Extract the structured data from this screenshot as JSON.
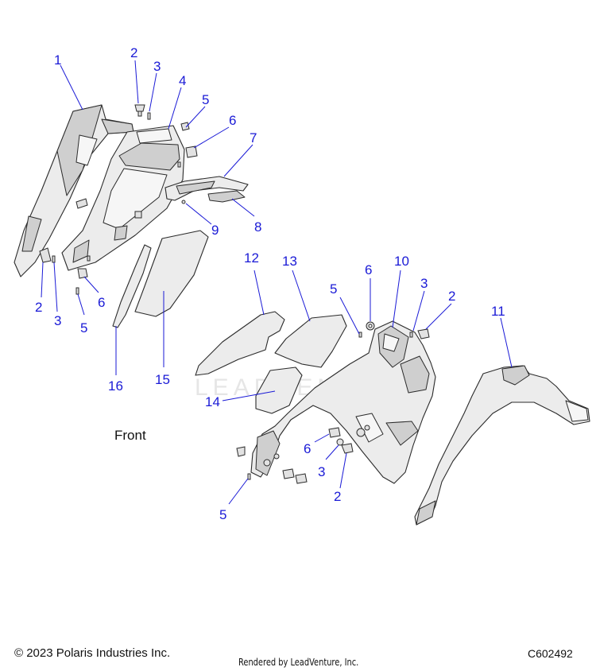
{
  "diagram": {
    "front_label": "Front",
    "watermark": "LEADVENTURE",
    "callouts": [
      {
        "id": "c1",
        "label": "1"
      },
      {
        "id": "c2a",
        "label": "2"
      },
      {
        "id": "c3a",
        "label": "3"
      },
      {
        "id": "c4",
        "label": "4"
      },
      {
        "id": "c5a",
        "label": "5"
      },
      {
        "id": "c6a",
        "label": "6"
      },
      {
        "id": "c7",
        "label": "7"
      },
      {
        "id": "c8",
        "label": "8"
      },
      {
        "id": "c9",
        "label": "9"
      },
      {
        "id": "c2b",
        "label": "2"
      },
      {
        "id": "c3b",
        "label": "3"
      },
      {
        "id": "c5b",
        "label": "5"
      },
      {
        "id": "c6b",
        "label": "6"
      },
      {
        "id": "c16",
        "label": "16"
      },
      {
        "id": "c15",
        "label": "15"
      },
      {
        "id": "c12",
        "label": "12"
      },
      {
        "id": "c13",
        "label": "13"
      },
      {
        "id": "c14",
        "label": "14"
      },
      {
        "id": "c5c",
        "label": "5"
      },
      {
        "id": "c6c",
        "label": "6"
      },
      {
        "id": "c10",
        "label": "10"
      },
      {
        "id": "c3c",
        "label": "3"
      },
      {
        "id": "c2c",
        "label": "2"
      },
      {
        "id": "c11",
        "label": "11"
      },
      {
        "id": "c6d",
        "label": "6"
      },
      {
        "id": "c3d",
        "label": "3"
      },
      {
        "id": "c2d",
        "label": "2"
      },
      {
        "id": "c5d",
        "label": "5"
      }
    ],
    "colors": {
      "callout": "#1a1ad6",
      "outline": "#2b2b2b",
      "part_fill": "#ececec"
    }
  },
  "footer": {
    "copyright": "© 2023 Polaris Industries Inc.",
    "rendered_by": "Rendered by LeadVenture, Inc.",
    "diagram_code": "C602492"
  }
}
